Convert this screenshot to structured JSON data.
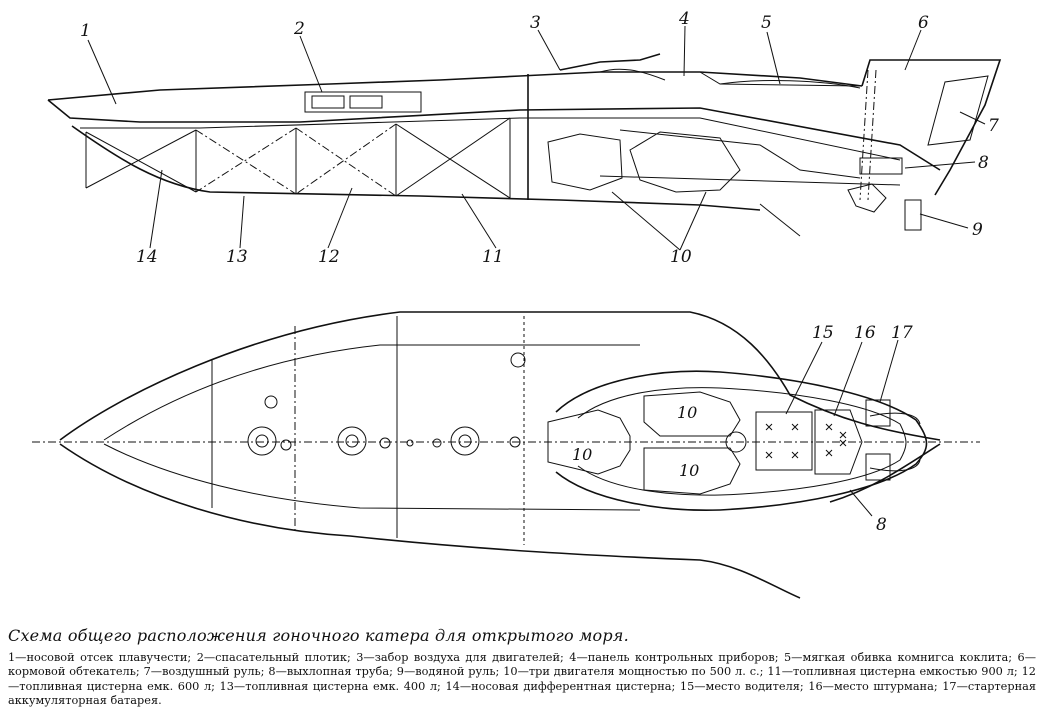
{
  "side_view": {
    "callouts": [
      "1",
      "2",
      "3",
      "4",
      "5",
      "6",
      "7",
      "8",
      "9",
      "10",
      "11",
      "12",
      "13",
      "14"
    ]
  },
  "plan_view": {
    "compartment_label": "10",
    "callouts": [
      "15",
      "16",
      "17",
      "8"
    ]
  },
  "caption": {
    "title": "Схема общего расположения гоночного катера для открытого моря.",
    "legend": "1—носовой отсек плавучести; 2—спасательный плотик; 3—забор воздуха для двигателей; 4—панель контрольных приборов; 5—мягкая обивка комнигса коклита; 6—кормовой обтекатель; 7—воздушный руль; 8—выхлопная труба; 9—водяной руль; 10—три двигателя мощностью по 500 л. с.; 11—топливная цистерна емкостью 900 л; 12—топливная цистерна емк. 600 л; 13—топливная цистерна емк. 400 л; 14—носовая дифферентная цистерна; 15—место водителя; 16—место штурмана; 17—стартерная аккумуляторная батарея."
  }
}
